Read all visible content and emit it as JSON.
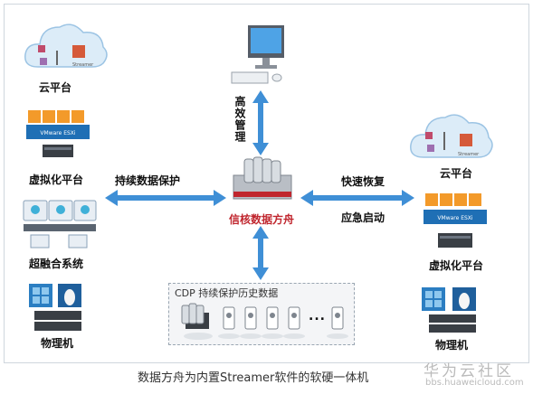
{
  "left": {
    "cloud_label": "云平台",
    "virtual_label": "虚拟化平台",
    "hyper_label": "超融合系统",
    "physical_label": "物理机"
  },
  "right": {
    "cloud_label": "云平台",
    "virtual_label": "虚拟化平台",
    "physical_label": "物理机"
  },
  "center": {
    "mgmt_label": "高效管理",
    "product_label": "信核数据方舟",
    "left_arrow_label": "持续数据保护",
    "right_arrow_top": "快速恢复",
    "right_arrow_bottom": "应急启动",
    "cdp_title": "CDP 持续保护历史数据",
    "cdp_dots": "..."
  },
  "esxi_label": "VMware ESXi",
  "streamer_label": "Streamer",
  "caption": "数据方舟为内置Streamer软件的软硬一体机",
  "watermark": {
    "brand": "华为云社区",
    "url": "bbs.huaweicloud.com"
  },
  "colors": {
    "arrow": "#3f8fd6",
    "product": "#c0262e",
    "esxi_bar": "#1f6fb5"
  }
}
